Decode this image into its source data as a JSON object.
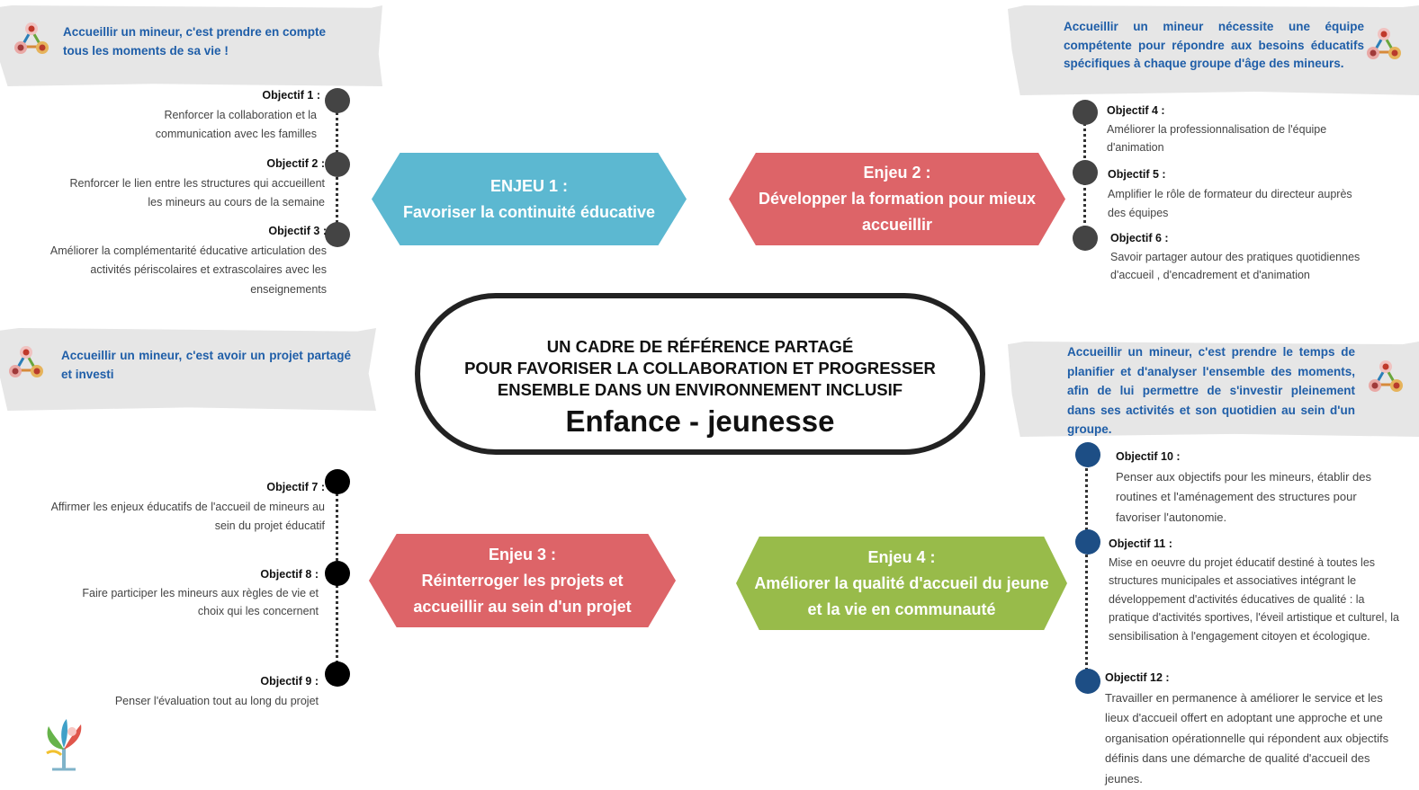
{
  "center": {
    "line1": "UN CADRE DE RÉFÉRENCE PARTAGÉ",
    "line2": "POUR FAVORISER LA COLLABORATION ET PROGRESSER",
    "line3": "ENSEMBLE DANS UN ENVIRONNEMENT INCLUSIF",
    "title": "Enfance - jeunesse"
  },
  "banners": {
    "top_left": "Accueillir un mineur, c'est prendre en compte tous les moments de sa vie !",
    "top_right": "Accueillir un mineur nécessite une équipe compétente pour répondre aux besoins éducatifs spécifiques à chaque groupe d'âge des mineurs.",
    "mid_left": "Accueillir un mineur, c'est avoir un projet partagé et investi",
    "mid_right": "Accueillir un mineur, c'est prendre le temps de planifier et d'analyser l'ensemble des moments, afin de lui permettre de s'investir pleinement dans ses activités et son quotidien au sein d'un groupe."
  },
  "enjeux": {
    "e1": {
      "label": "ENJEU 1 :",
      "text": "Favoriser la continuité éducative",
      "color": "#5cb8d1"
    },
    "e2": {
      "label": "Enjeu 2 :",
      "line1": "Développer la formation pour mieux",
      "line2": "accueillir",
      "color": "#dd6468"
    },
    "e3": {
      "label": "Enjeu 3 :",
      "line1": "Réinterroger les projets et",
      "line2": "accueillir au sein d'un projet",
      "color": "#dd6468"
    },
    "e4": {
      "label": "Enjeu 4 :",
      "line1": "Améliorer la qualité d'accueil du jeune",
      "line2": "et la vie en communauté",
      "color": "#98bb4a"
    }
  },
  "objectifs": {
    "o1": {
      "title": "Objectif 1 :",
      "text": "Renforcer la collaboration et la communication avec les familles"
    },
    "o2": {
      "title": "Objectif 2 :",
      "text": "Renforcer le lien entre les structures qui accueillent les mineurs au cours de la semaine"
    },
    "o3": {
      "title": "Objectif 3 :",
      "text": "Améliorer la complémentarité éducative articulation des activités périscolaires et extrascolaires avec les enseignements"
    },
    "o4": {
      "title": "Objectif 4 :",
      "text": "Améliorer la professionnalisation de l'équipe d'animation"
    },
    "o5": {
      "title": "Objectif 5 :",
      "text": "Amplifier le rôle de formateur du directeur auprès des équipes"
    },
    "o6": {
      "title": "Objectif 6 :",
      "text": "Savoir partager autour des pratiques quotidiennes d'accueil , d'encadrement et d'animation"
    },
    "o7": {
      "title": "Objectif 7 :",
      "text": "Affirmer les enjeux éducatifs de l'accueil de mineurs au sein du projet éducatif"
    },
    "o8": {
      "title": "Objectif 8 :",
      "text": "Faire participer les mineurs aux règles de vie et choix qui les concernent"
    },
    "o9": {
      "title": "Objectif 9 :",
      "text": "Penser l'évaluation tout au long du projet"
    },
    "o10": {
      "title": "Objectif 10 :",
      "text": "Penser aux objectifs pour les mineurs, établir des routines et l'aménagement des structures pour favoriser l'autonomie."
    },
    "o11": {
      "title": "Objectif 11 :",
      "text": "Mise en oeuvre du projet éducatif destiné à toutes les structures municipales et associatives intégrant le développement d'activités éducatives de qualité : la pratique d'activités sportives, l'éveil artistique et culturel, la sensibilisation à l'engagement citoyen et écologique."
    },
    "o12": {
      "title": "Objectif 12 :",
      "text": "Travailler en permanence à améliorer le service et les lieux d'accueil offert en adoptant une approche et une organisation opérationnelle qui répondent aux objectifs définis dans une démarche de qualité d'accueil des jeunes."
    }
  },
  "icons": {
    "badge": "network-badge-icon",
    "logo": "tree-logo-icon"
  }
}
